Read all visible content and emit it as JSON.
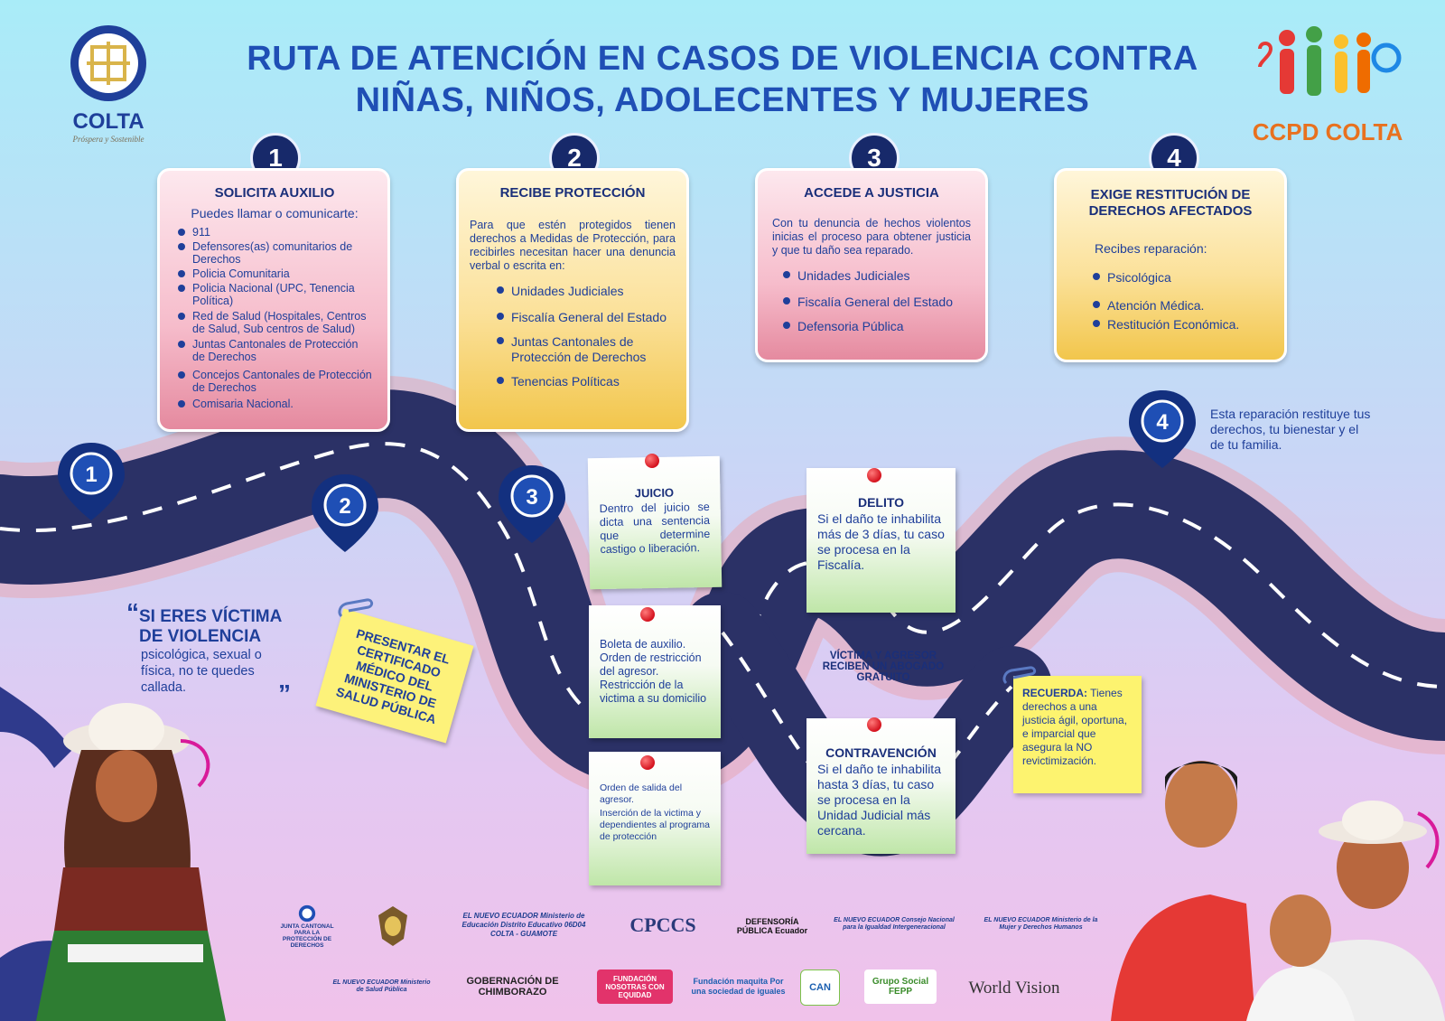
{
  "title_line1": "RUTA DE ATENCIÓN EN CASOS DE VIOLENCIA CONTRA",
  "title_line2": "NIÑAS, NIÑOS, ADOLECENTES Y MUJERES",
  "logo_left": {
    "name": "COLTA",
    "tagline": "Próspera y Sostenible"
  },
  "logo_right": {
    "name": "CCPD COLTA"
  },
  "steps": [
    {
      "number": "1",
      "title": "SOLICITA AUXILIO",
      "intro": "Puedes llamar o comunicarte:",
      "items": [
        "911",
        "Defensores(as) comunitarios de Derechos",
        "Policia Comunitaria",
        "Policia Nacional (UPC, Tenencia Política)",
        "Red de Salud (Hospitales, Centros de Salud, Sub centros de Salud)",
        "Juntas Cantonales de Protección de Derechos",
        "Concejos Cantonales de Protección de Derechos",
        "Comisaria Nacional."
      ]
    },
    {
      "number": "2",
      "title": "RECIBE PROTECCIÓN",
      "intro": "Para que estén protegidos tienen derechos a Medidas de Protección, para recibirles necesitan hacer una denuncia verbal o escrita en:",
      "items": [
        "Unidades Judiciales",
        "Fiscalía General del Estado",
        "Juntas Cantonales de Protección de Derechos",
        "Tenencias Políticas"
      ]
    },
    {
      "number": "3",
      "title": "ACCEDE A JUSTICIA",
      "intro": "Con tu denuncia de hechos violentos inicias el proceso para obtener justicia y que tu daño sea reparado.",
      "items": [
        "Unidades Judiciales",
        "Fiscalía General del Estado",
        "Defensoria Pública"
      ]
    },
    {
      "number": "4",
      "title": "EXIGE RESTITUCIÓN DE DERECHOS AFECTADOS",
      "intro": "Recibes reparación:",
      "items": [
        "Psicológica",
        "Atención Médica.",
        "Restitución Económica."
      ]
    }
  ],
  "markers": [
    "1",
    "2",
    "3",
    "4"
  ],
  "reparation_text": "Esta reparación restituye tus derechos, tu bienestar y el de tu familia.",
  "quote": {
    "open": "“",
    "line1": "SI ERES VÍCTIMA",
    "line2": "DE VIOLENCIA",
    "body": "psicológica, sexual o física, no te quedes callada.",
    "close": "”"
  },
  "certificate_note": "PRESENTAR EL CERTIFICADO MÉDICO DEL MINISTERIO DE SALUD PÚBLICA",
  "notes": {
    "juicio": {
      "title": "JUICIO",
      "text": "Dentro del juicio se dicta una sentencia que determine castigo o liberación."
    },
    "boleta": {
      "items": [
        "Boleta de auxilio.",
        "Orden de restricción del agresor.",
        "Restricción de la victima a su domicilio"
      ]
    },
    "orden": {
      "items": [
        "Orden de salida del agresor.",
        "Inserción de la victima y dependientes al programa de protección"
      ]
    },
    "delito": {
      "title": "DELITO",
      "text": "Si el daño te inhabilita más de 3 días, tu caso se procesa en la Fiscalía."
    },
    "contravencion": {
      "title": "CONTRAVENCIÓN",
      "text": "Si el daño te inhabilita hasta 3 días, tu caso se procesa en la Unidad Judicial más cercana."
    },
    "recuerda": {
      "label": "RECUERDA:",
      "text": " Tienes derechos a una justicia ágil, oportuna, e imparcial que asegura la NO revictimización."
    }
  },
  "lawyer_text": "VÍCTIMA Y AGRESOR RECIBEN UN ABOGADO GRATUITO",
  "sponsors_row1": [
    {
      "text": "JUNTA CANTONAL PARA LA PROTECCIÓN DE DERECHOS"
    },
    {
      "text": ""
    },
    {
      "text": "EL NUEVO ECUADOR Ministerio de Educación Distrito Educativo 06D04 COLTA - GUAMOTE"
    },
    {
      "text": "CPCCS"
    },
    {
      "text": "DEFENSORÍA PÚBLICA Ecuador"
    },
    {
      "text": "EL NUEVO ECUADOR Consejo Nacional para la Igualdad Intergeneracional"
    },
    {
      "text": "EL NUEVO ECUADOR Ministerio de la Mujer y Derechos Humanos"
    }
  ],
  "sponsors_row2": [
    {
      "text": "EL NUEVO ECUADOR Ministerio de Salud Pública"
    },
    {
      "text": "GOBERNACIÓN DE CHIMBORAZO"
    },
    {
      "text": "FUNDACIÓN NOSOTRAS CON EQUIDAD"
    },
    {
      "text": "Fundación maquita Por una sociedad de iguales"
    },
    {
      "text": "CAN"
    },
    {
      "text": "Grupo Social FEPP"
    },
    {
      "text": "World Vision"
    }
  ],
  "colors": {
    "title": "#1f4fb5",
    "navy": "#17296a",
    "road": "#2b3166",
    "road_edge": "#e7a8b4",
    "pin": "#13307f"
  }
}
